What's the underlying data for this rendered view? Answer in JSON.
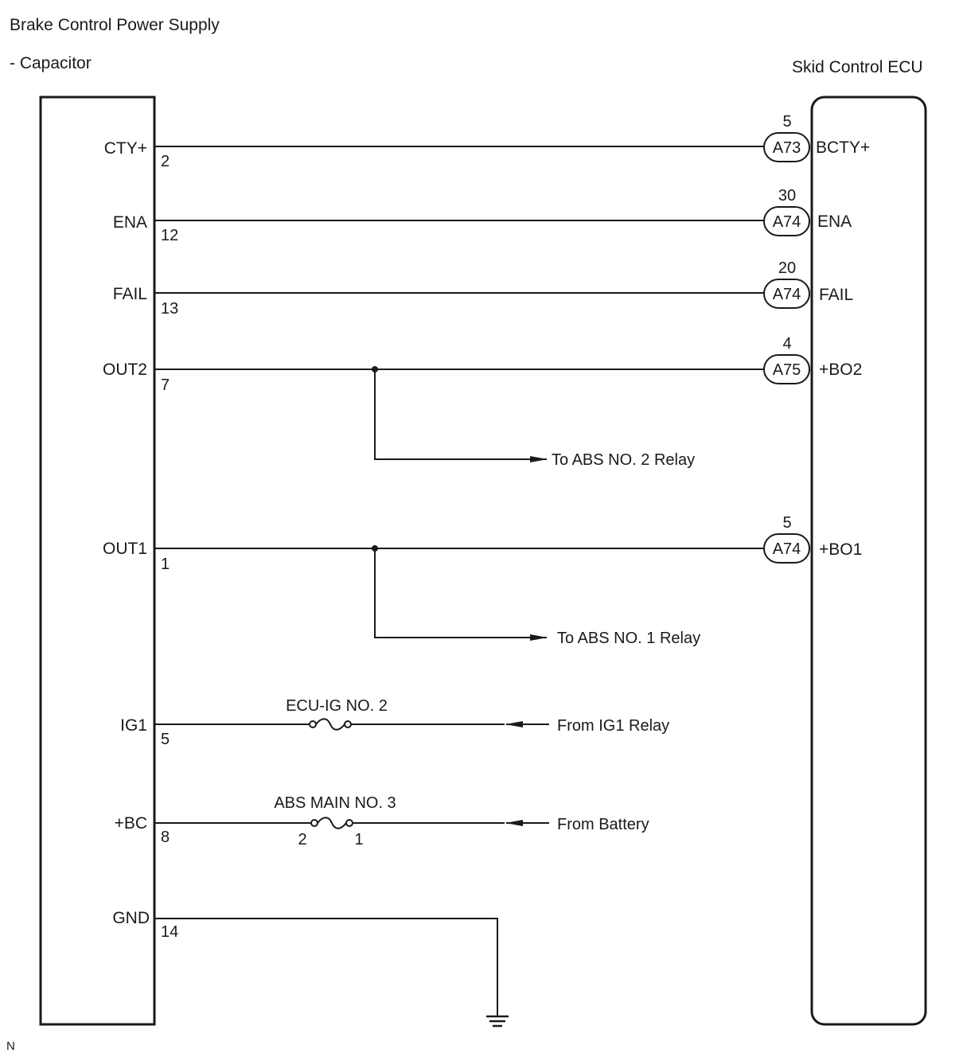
{
  "left_component": {
    "title_line1": "Brake Control Power Supply",
    "title_line2": "- Capacitor"
  },
  "right_component": {
    "title": "Skid Control ECU"
  },
  "lines": [
    {
      "pin_name": "CTY+",
      "pin_no": "2",
      "ecu_pin_no": "5",
      "connector": "A73",
      "ecu_signal": "BCTY+"
    },
    {
      "pin_name": "ENA",
      "pin_no": "12",
      "ecu_pin_no": "30",
      "connector": "A74",
      "ecu_signal": "ENA"
    },
    {
      "pin_name": "FAIL",
      "pin_no": "13",
      "ecu_pin_no": "20",
      "connector": "A74",
      "ecu_signal": "FAIL"
    },
    {
      "pin_name": "OUT2",
      "pin_no": "7",
      "ecu_pin_no": "4",
      "connector": "A75",
      "ecu_signal": "+BO2",
      "branch_label": "To ABS NO. 2 Relay"
    },
    {
      "pin_name": "OUT1",
      "pin_no": "1",
      "ecu_pin_no": "5",
      "connector": "A74",
      "ecu_signal": "+BO1",
      "branch_label": "To ABS NO. 1 Relay"
    },
    {
      "pin_name": "IG1",
      "pin_no": "5",
      "fuse_name": "ECU-IG NO. 2",
      "source_label": "From IG1 Relay"
    },
    {
      "pin_name": "+BC",
      "pin_no": "8",
      "fuse_name": "ABS MAIN NO. 3",
      "fuse_pin_left": "2",
      "fuse_pin_right": "1",
      "source_label": "From Battery"
    },
    {
      "pin_name": "GND",
      "pin_no": "14"
    }
  ],
  "corner_mark": "N"
}
